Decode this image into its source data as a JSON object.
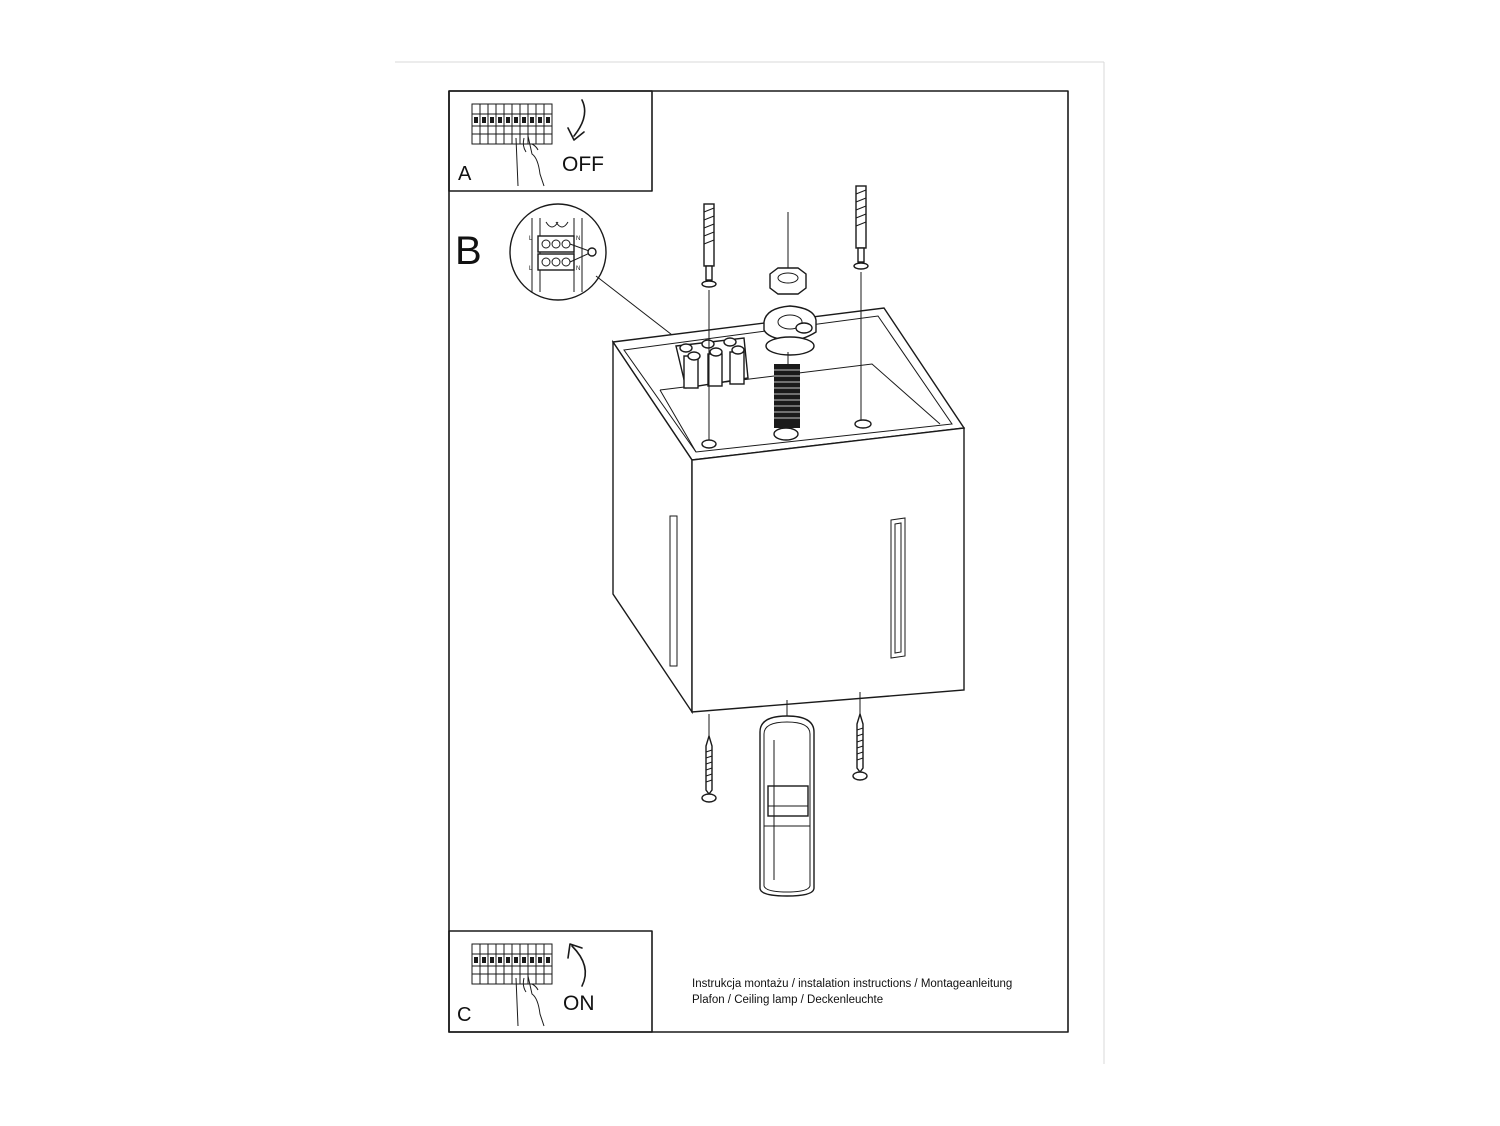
{
  "panels": {
    "a": {
      "letter": "A",
      "label": "OFF"
    },
    "b": {
      "letter": "B",
      "terminal_labels": [
        "L",
        "N",
        "L",
        "N"
      ]
    },
    "c": {
      "letter": "C",
      "label": "ON"
    }
  },
  "caption": {
    "line1": "Instrukcja montażu / instalation instructions / Montageanleitung",
    "line2": "Plafon / Ceiling lamp / Deckenleuchte"
  }
}
